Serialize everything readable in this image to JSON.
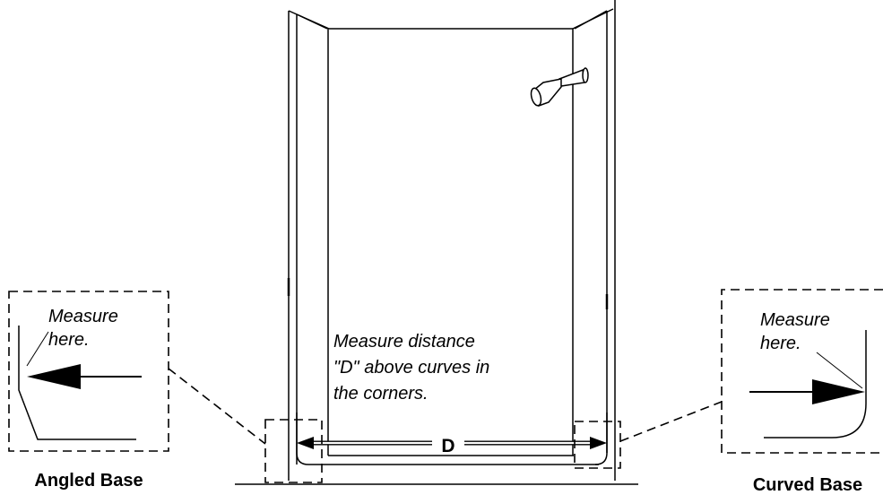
{
  "center_note": {
    "lines": [
      "Measure distance",
      "\"D\" above curves in",
      "the corners."
    ]
  },
  "dimension_label": "D",
  "angled_detail": {
    "note_lines": [
      "Measure",
      "here."
    ],
    "caption": "Angled Base"
  },
  "curved_detail": {
    "note_lines": [
      "Measure",
      "here."
    ],
    "caption": "Curved Base"
  }
}
